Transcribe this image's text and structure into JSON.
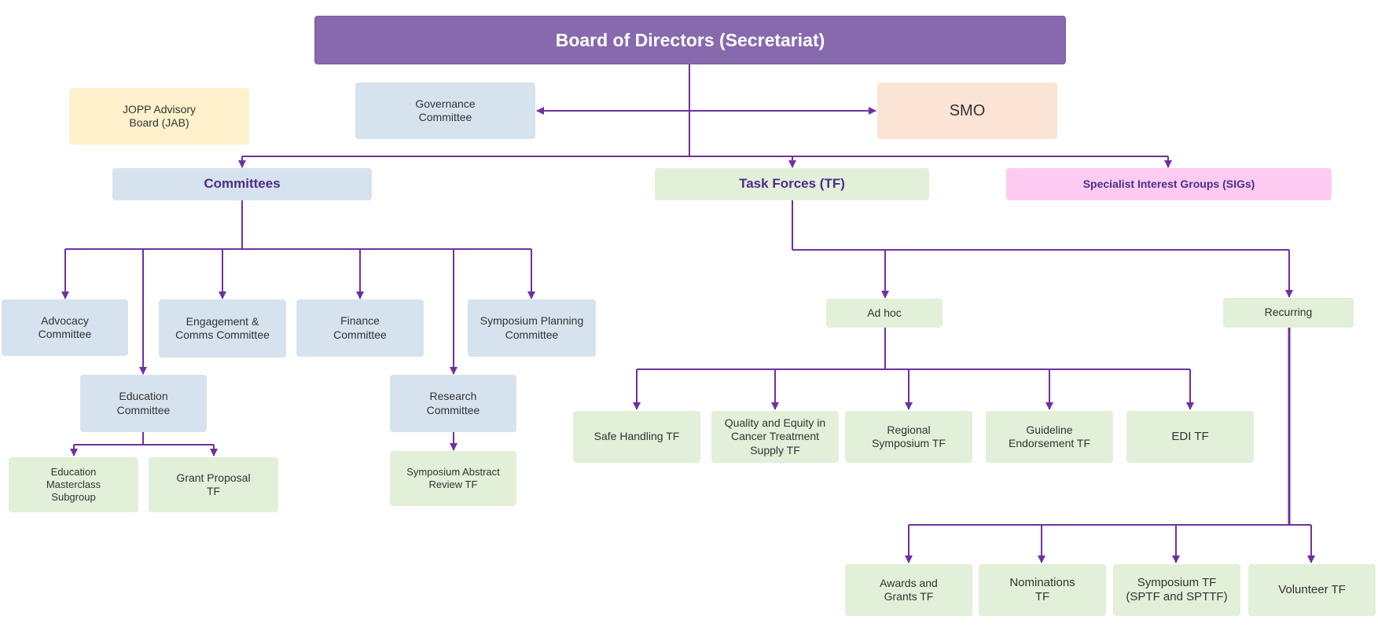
{
  "colors": {
    "line": "#7030a0",
    "board": "#8769ae",
    "committee_fill": "#d6e3ee",
    "taskforce_fill": "#e2efd9",
    "advisory_fill": "#fff1cc",
    "smo_fill": "#fbe4d5",
    "sig_fill": "#fdcbf1",
    "header_text": "#4c2c8a"
  },
  "nodes": {
    "board": "Board of Directors (Secretariat)",
    "jab": "JOPP Advisory\nBoard (JAB)",
    "governance": "Governance\nCommittee",
    "smo": "SMO",
    "committees": "Committees",
    "task_forces": "Task Forces (TF)",
    "sigs": "Specialist Interest Groups (SIGs)",
    "advocacy": "Advocacy\nCommittee",
    "engagement": "Engagement &\nComms Committee",
    "finance": "Finance\nCommittee",
    "symposium_planning": "Symposium Planning\nCommittee",
    "education": "Education\nCommittee",
    "research": "Research\nCommittee",
    "education_masterclass": "Education\nMasterclass\nSubgroup",
    "grant_proposal": "Grant Proposal\nTF",
    "symposium_abstract": "Symposium Abstract\nReview TF",
    "ad_hoc": "Ad hoc",
    "recurring": "Recurring",
    "safe_handling": "Safe Handling TF",
    "quality_equity": "Quality and Equity in\nCancer Treatment\nSupply TF",
    "regional_symposium": "Regional\nSymposium TF",
    "guideline": "Guideline\nEndorsement TF",
    "edi": "EDI TF",
    "awards": "Awards and\nGrants TF",
    "nominations": "Nominations\nTF",
    "symposium_tf": "Symposium TF\n(SPTF and SPTTF)",
    "volunteer": "Volunteer TF"
  }
}
